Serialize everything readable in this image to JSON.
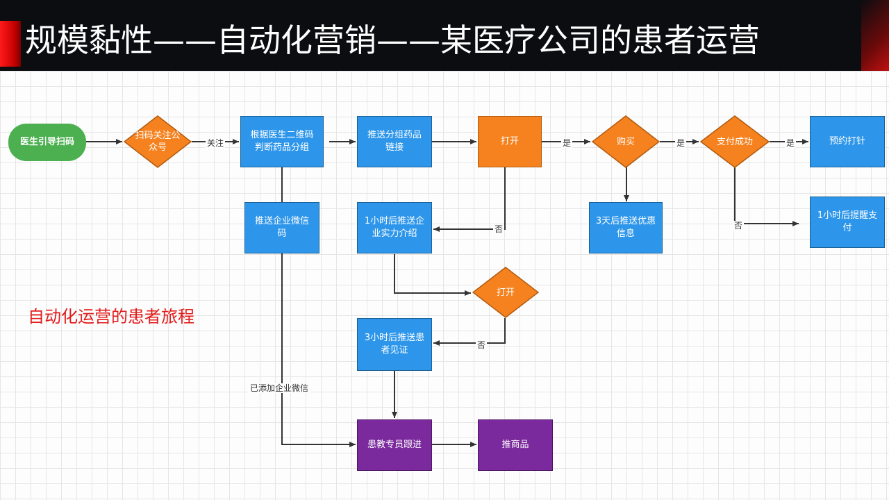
{
  "header": {
    "title": "规模黏性——自动化营销——某医疗公司的患者运营"
  },
  "annotation": "自动化运营的患者旅程",
  "nodes": {
    "scan_start": "医生引导扫码",
    "scan_follow": "扫码关注公众号",
    "group_by_qr": "根据医生二维码判断药品分组",
    "push_group_link": "推送分组药品链接",
    "open_1": "打开",
    "buy": "购买",
    "pay_success": "支付成功",
    "book_injection": "预约打针",
    "push_wecom_qr": "推送企业微信码",
    "push_company_intro": "1小时后推送企业实力介绍",
    "push_coupon": "3天后推送优惠信息",
    "remind_payment": "1小时后提醒支付",
    "open_2": "打开",
    "push_testimonial": "3小时后推送患者见证",
    "specialist_follow": "患教专员跟进",
    "recommend_product": "推商品"
  },
  "edge_labels": {
    "follow": "关注",
    "yes_1": "是",
    "yes_2": "是",
    "yes_3": "是",
    "no_1": "否",
    "no_2": "否",
    "no_3": "否",
    "added_wecom": "已添加企业微信"
  },
  "colors": {
    "process": "#2e96ea",
    "decision": "#f5821f",
    "start": "#4caf50",
    "followup": "#7a2a9c",
    "note": "#e31b1b"
  }
}
